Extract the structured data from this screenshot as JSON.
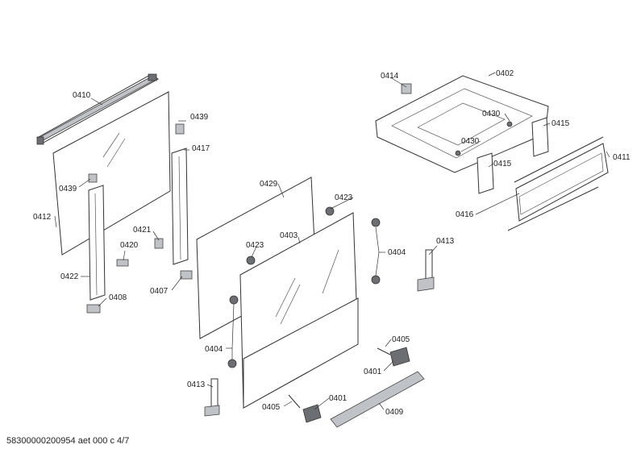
{
  "footer": {
    "doc_id": "58300000200954 aet 000 c 4/7"
  },
  "labels": {
    "l0410": "0410",
    "l0439a": "0439",
    "l0417": "0417",
    "l0439b": "0439",
    "l0412": "0412",
    "l0421": "0421",
    "l0420": "0420",
    "l0422": "0422",
    "l0407": "0407",
    "l0408": "0408",
    "l0429": "0429",
    "l0423a": "0423",
    "l0403": "0403",
    "l0423b": "0423",
    "l0404a": "0404",
    "l0404b": "0404",
    "l0413a": "0413",
    "l0413b": "0413",
    "l0405a": "0405",
    "l0401a": "0401",
    "l0405b": "0405",
    "l0401b": "0401",
    "l0409": "0409",
    "l0414": "0414",
    "l0402": "0402",
    "l0430a": "0430",
    "l0430b": "0430",
    "l0415a": "0415",
    "l0415b": "0415",
    "l0411": "0411",
    "l0416": "0416"
  }
}
